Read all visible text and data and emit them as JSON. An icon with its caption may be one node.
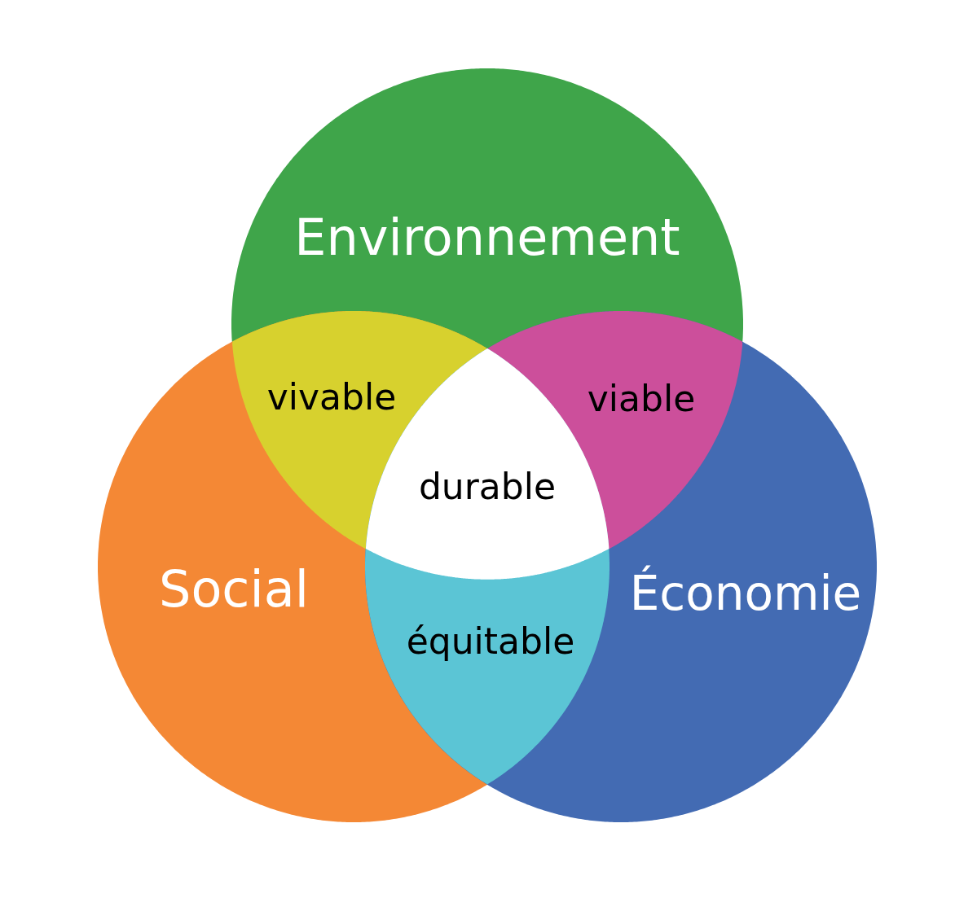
{
  "diagram": {
    "nodes": [
      {
        "text": [
          "Environnement"
        ]
      },
      {
        "text": [
          "Social"
        ]
      },
      {
        "text": [
          "Économie"
        ]
      },
      {
        "text": [
          "vivable"
        ]
      },
      {
        "text": [
          "viable"
        ]
      },
      {
        "text": [
          "durable"
        ]
      },
      {
        "text": [
          "équitable"
        ]
      }
    ]
  }
}
